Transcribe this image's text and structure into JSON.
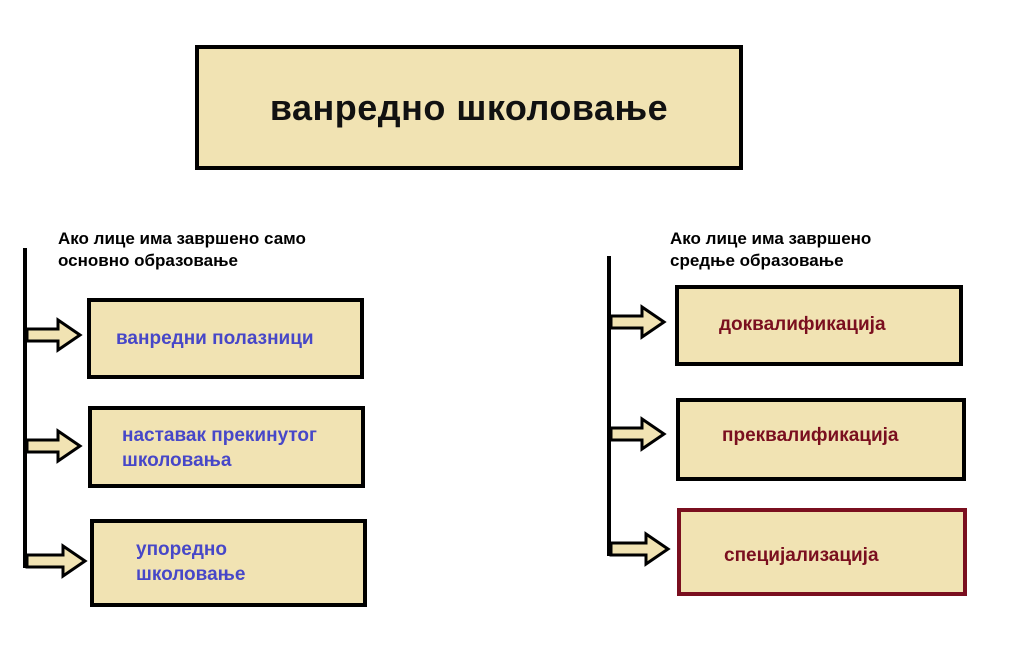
{
  "title": "ванредно школовање",
  "left_group": {
    "label_line1": "Ако лице има завршено само",
    "label_line2": "основно образовање",
    "items": [
      {
        "line1": "ванредни полазници",
        "line2": ""
      },
      {
        "line1": "наставак прекинутог",
        "line2": "школовања"
      },
      {
        "line1": "упоредно",
        "line2": "школовање"
      }
    ]
  },
  "right_group": {
    "label_line1": "Ако лице има завршено",
    "label_line2": "средње образовање",
    "items": [
      {
        "line1": "доквалификација"
      },
      {
        "line1": "преквалификација"
      },
      {
        "line1": "специјализација"
      }
    ]
  },
  "colors": {
    "box_fill": "#f1e3b3",
    "border": "#000000",
    "left_text": "#4747c8",
    "right_text": "#7a0f1f",
    "highlight_border": "#7a0f1f"
  }
}
